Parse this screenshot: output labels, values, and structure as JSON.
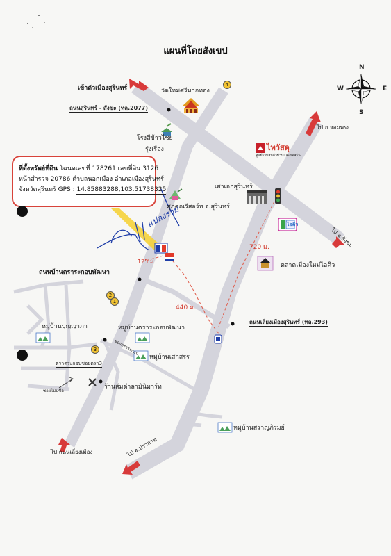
{
  "title": "แผนที่โดยสังเขป",
  "compass": {
    "n": "N",
    "s": "S",
    "e": "E",
    "w": "W"
  },
  "info": {
    "line1_label": "ที่ตั้งทรัพย์ที่ดิน",
    "line1_rest": " โฉนดเลขที่ 178261 เลขที่ดิน 3126",
    "line2": "หน้าสำรวจ 20786 ตำบลนอกเมือง อำเภอเมืองสุรินทร์",
    "line3_pre": "จังหวัดสุรินทร์ GPS : ",
    "line3_gps": "14.85883288,103.51738325"
  },
  "labels": {
    "to_city": "เข้าตัวเมืองสุรินทร์",
    "wat": "วัดใหม่ศรีมากทอง",
    "road_2077": "ถนนสุรินทร์ - สังขะ (ทล.2077)",
    "rice_mill_1": "โรงสีข้าวไชย",
    "rice_mill_2": "รุ่งเรือง",
    "thaiwatsadu": "ไทวัสดุ",
    "thaiwatsadu_sub": "ศูนย์รวมสินค้าบ้านและก่อสร้าง",
    "sao_surin": "เสาเอกสุรินทร์",
    "club": "ศุภคุณรีสอร์ท จ.สุรินทร์",
    "to_chom_phra": "ไป อ.จอมพระ",
    "to_sangkha": "ไป อ.สังขะ",
    "dist_720": "720 ม.",
    "market": "ตลาดเมืองใหม่ไอคิว",
    "dist_125": "125 ม.",
    "road_tra_ra": "ถนนบ้านตราระกอบพัฒนา",
    "dist_440": "440 ม.",
    "ring_road": "ถนนเลี่ยงเมืองสุรินทร์ (ทล.293)",
    "village_bu": "หมู่บ้านบุญญาภา",
    "village_tra": "หมู่บ้านตราระกอบพัฒนา",
    "small_soi": "ซอยตราระกอบ",
    "village_sek": "หมู่บ้านเสกสรร",
    "tra_label": "ตราตระกอบซอยตรา3",
    "zone": "ซอยไม่มีชื่อ",
    "shop": "ร้านส้มตำลามินิมาร์ท",
    "village_sara": "หมู่บ้านสราญภิรมย์",
    "to_ring": "ไป ถนนเลี่ยงเมือง",
    "to_prasat": "ไป อ.ปราสาท",
    "iq_badge": "ไอคิว",
    "handwriting": "แปลงรวม"
  },
  "markers": {
    "n1": "1",
    "n2": "2",
    "n3": "3",
    "n4": "4"
  },
  "colors": {
    "road": "#d4d4dc",
    "arrow": "#d83a3a",
    "dash": "#e05b4a",
    "highlight": "#f5d23a",
    "ink": "#1f3ea8"
  }
}
